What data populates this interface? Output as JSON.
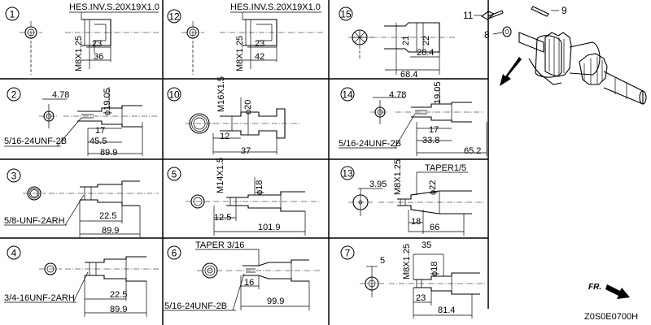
{
  "panels": {
    "p1": {
      "id": "1",
      "spec": "HES.INV.S.20X19X1.0",
      "thread": "M8X1.25",
      "d1": "23",
      "d2": "36"
    },
    "p12": {
      "id": "12",
      "spec": "HES.INV.S.20X19X1.0",
      "thread": "M8X1.25",
      "d1": "23",
      "d2": "42"
    },
    "p15": {
      "id": "15",
      "d1": "21",
      "d2": "22",
      "d3": "28.4",
      "d4": "68.4"
    },
    "p2": {
      "id": "2",
      "dia": "4.78",
      "shaft": "ϕ19.05",
      "thread": "5/16-24UNF-2B",
      "d1": "17",
      "d2": "45.5",
      "d3": "89.9"
    },
    "p10": {
      "id": "10",
      "thread": "M16X1.5",
      "shaft": "ϕ20",
      "d1": "12",
      "d2": "37"
    },
    "p14": {
      "id": "14",
      "dia": "4.78",
      "shaft": "19.05",
      "thread": "5/16-24UNF-2B",
      "d1": "17",
      "d2": "33.8",
      "d3": "65.2"
    },
    "p3": {
      "id": "3",
      "thread": "5/8-UNF-2ARH",
      "d1": "22.5",
      "d2": "89.9"
    },
    "p5": {
      "id": "5",
      "thread": "M14X1.5",
      "shaft": "ϕ18",
      "d1": "12.5",
      "d2": "101.9"
    },
    "p13": {
      "id": "13",
      "dia": "3.95",
      "thread": "M8X1.25",
      "taper": "TAPER1/5",
      "shaft": "ϕ22",
      "d1": "18",
      "d2": "66"
    },
    "p4": {
      "id": "4",
      "thread": "3/4-16UNF-2ARH",
      "d1": "22.5",
      "d2": "89.9"
    },
    "p6": {
      "id": "6",
      "taper": "TAPER 3/16",
      "thread": "5/16-24UNF-2B",
      "d1": "16",
      "d2": "99.9"
    },
    "p7": {
      "id": "7",
      "dia": "5",
      "thread": "M8X1.25",
      "top": "35",
      "shaft": "ϕ18",
      "d1": "23",
      "d2": "81.4"
    }
  },
  "callouts": {
    "c11": "11",
    "c9": "9",
    "c8": "8"
  },
  "direction_label": "FR.",
  "diagram_code": "Z0S0E0700H"
}
